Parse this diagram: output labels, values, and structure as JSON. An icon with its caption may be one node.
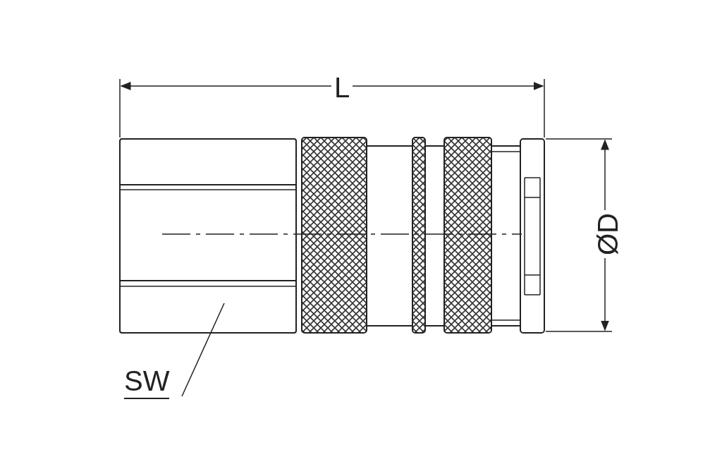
{
  "diagram": {
    "nodes": [
      {
        "text": [
          "SW"
        ]
      },
      {
        "text": [],
        "shape": "picture"
      }
    ],
    "edges": [
      {
        "from": 0,
        "to": 1,
        "arrow": "none"
      }
    ],
    "labels": [
      "L",
      "ØD"
    ]
  }
}
